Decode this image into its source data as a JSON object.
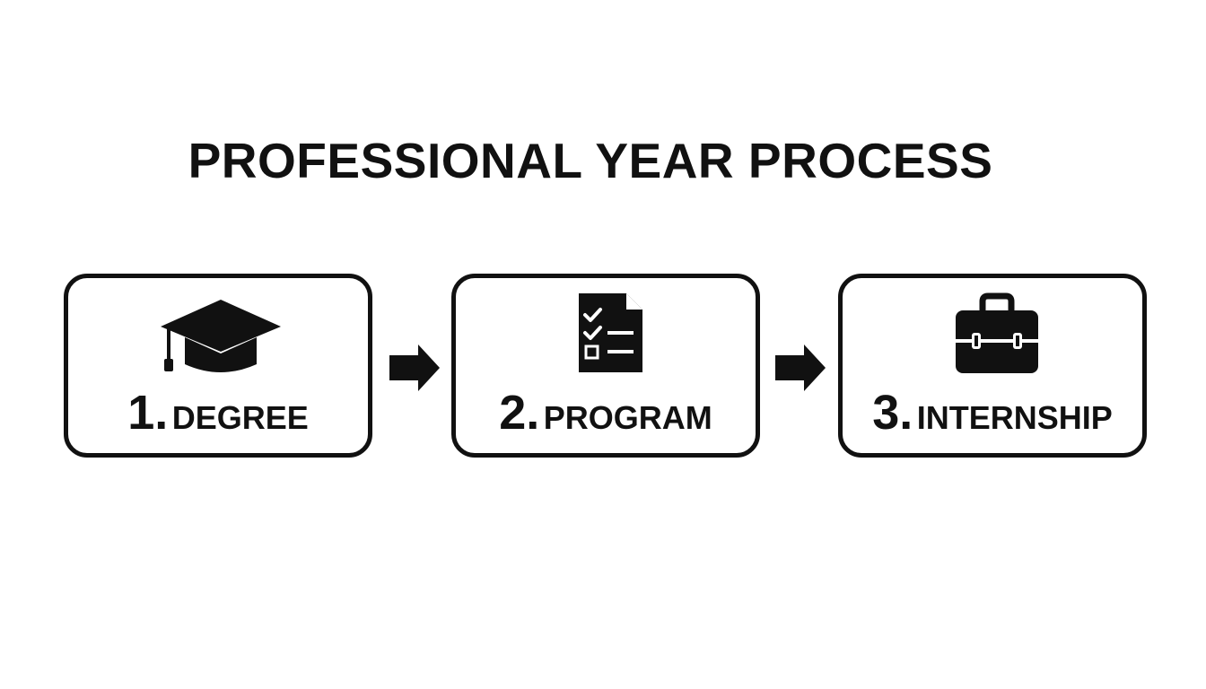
{
  "title": "PROFESSIONAL YEAR PROCESS",
  "steps": [
    {
      "number": "1.",
      "label": "DEGREE",
      "icon": "graduation-cap-icon"
    },
    {
      "number": "2.",
      "label": "PROGRAM",
      "icon": "checklist-document-icon"
    },
    {
      "number": "3.",
      "label": "INTERNSHIP",
      "icon": "briefcase-icon"
    }
  ],
  "connector_icon": "right-arrow-icon",
  "colors": {
    "ink": "#111111",
    "background": "#ffffff"
  }
}
